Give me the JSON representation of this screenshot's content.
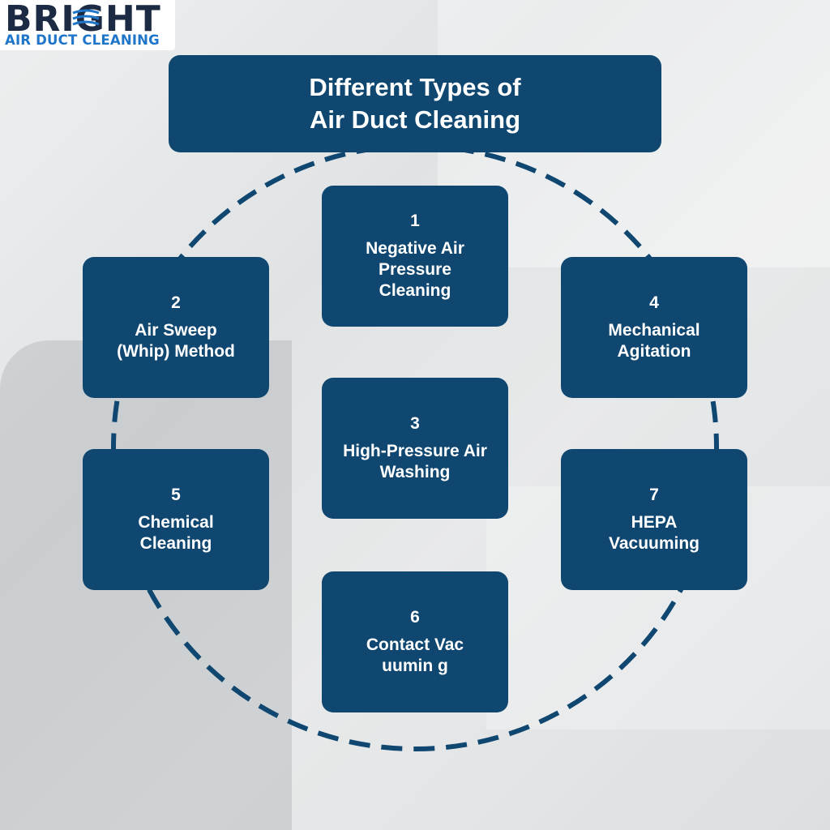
{
  "logo": {
    "wordmark": "BRIGHT",
    "tagline": "AIR DUCT CLEANING",
    "colors": {
      "wordmark": "#1d2a44",
      "tagline": "#1f76c9"
    }
  },
  "title": {
    "line1": "Different Types of",
    "line2": "Air Duct Cleaning"
  },
  "colors": {
    "card": "#0f4770",
    "ring": "#0f4770",
    "text": "#ffffff"
  },
  "methods": [
    {
      "number": "1",
      "label": "Negative Air Pressure Cleaning"
    },
    {
      "number": "2",
      "label": "Air Sweep (Whip) Method"
    },
    {
      "number": "3",
      "label": "High-Pressure Air Washing"
    },
    {
      "number": "4",
      "label": "Mechanical Agitation"
    },
    {
      "number": "5",
      "label": "Chemical Cleaning"
    },
    {
      "number": "6",
      "label": "Contact Vacuumin g"
    },
    {
      "number": "7",
      "label": "HEPA Vacuuming"
    }
  ]
}
